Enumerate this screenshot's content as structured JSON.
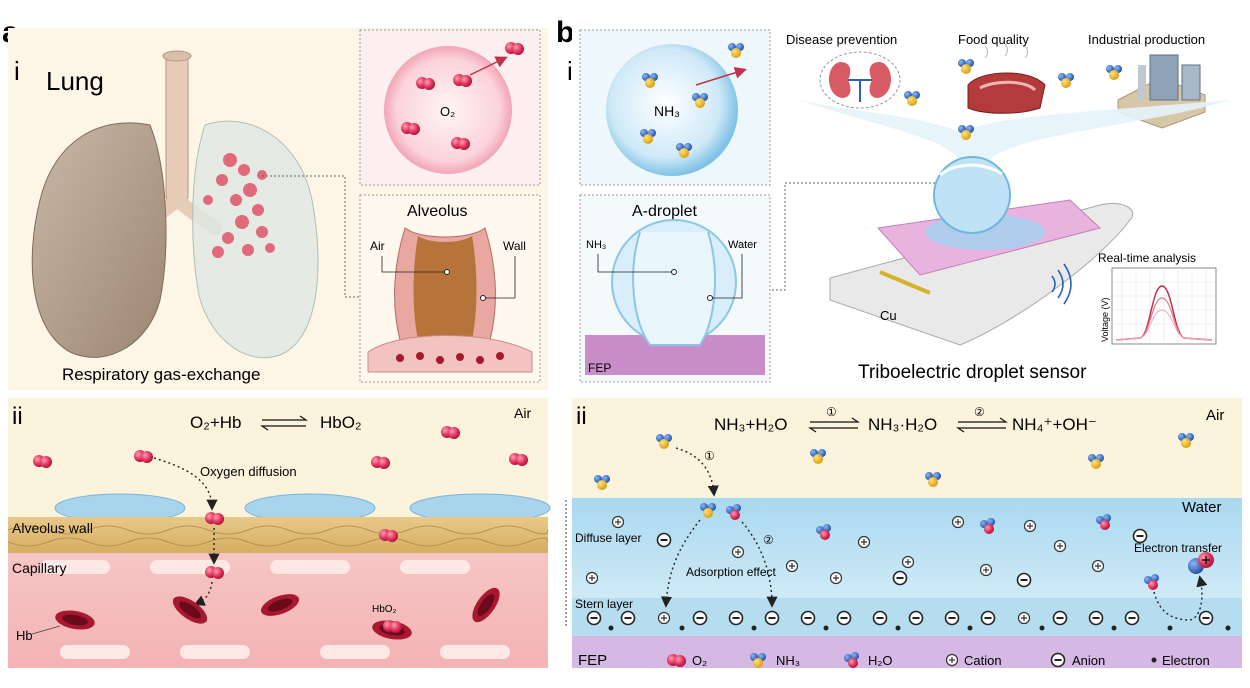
{
  "panel_a": {
    "letter": "a",
    "sub_i": "i",
    "sub_ii": "ii",
    "lung_label": "Lung",
    "caption": "Respiratory gas-exchange",
    "o2_label": "O₂",
    "alveolus_title": "Alveolus",
    "air_label": "Air",
    "wall_label": "Wall",
    "equation_left": "O₂+Hb",
    "equation_right": "HbO₂",
    "air_region": "Air",
    "oxygen_diffusion": "Oxygen diffusion",
    "alveolus_wall": "Alveolus wall",
    "capillary": "Capillary",
    "hb": "Hb",
    "hbo2": "HbO₂"
  },
  "panel_b": {
    "letter": "b",
    "sub_i": "i",
    "sub_ii": "ii",
    "nh3_bubble": "NH₃",
    "a_droplet": "A-droplet",
    "nh3_label": "NH₃",
    "water_label": "Water",
    "fep_label": "FEP",
    "app1": "Disease prevention",
    "app2": "Food quality",
    "app3": "Industrial production",
    "cu_label": "Cu",
    "realtime": "Real-time analysis",
    "voltage_axis": "Voltage (V)",
    "sensor_caption": "Triboelectric droplet sensor",
    "reaction_a": "NH₃+H₂O",
    "reaction_b": "NH₃·H₂O",
    "reaction_c": "NH₄⁺+OH⁻",
    "step1": "①",
    "step2": "②",
    "air_region": "Air",
    "water_region": "Water",
    "diffuse_layer": "Diffuse layer",
    "stern_layer": "Stern layer",
    "adsorption": "Adsorption effect",
    "electron_transfer": "Electron transfer",
    "fep_bottom": "FEP",
    "legend": [
      {
        "key": "o2",
        "label": "O₂"
      },
      {
        "key": "nh3",
        "label": "NH₃"
      },
      {
        "key": "h2o",
        "label": "H₂O"
      },
      {
        "key": "cation",
        "label": "Cation"
      },
      {
        "key": "anion",
        "label": "Anion"
      },
      {
        "key": "electron",
        "label": "Electron"
      }
    ]
  },
  "colors": {
    "o2": "#e0315a",
    "nh3_blue": "#2b63b0",
    "nh3_yellow": "#e9b21a",
    "water": "#bfe3f2",
    "fep": "#d6b8e4",
    "air_bg": "#fbf3dc"
  }
}
